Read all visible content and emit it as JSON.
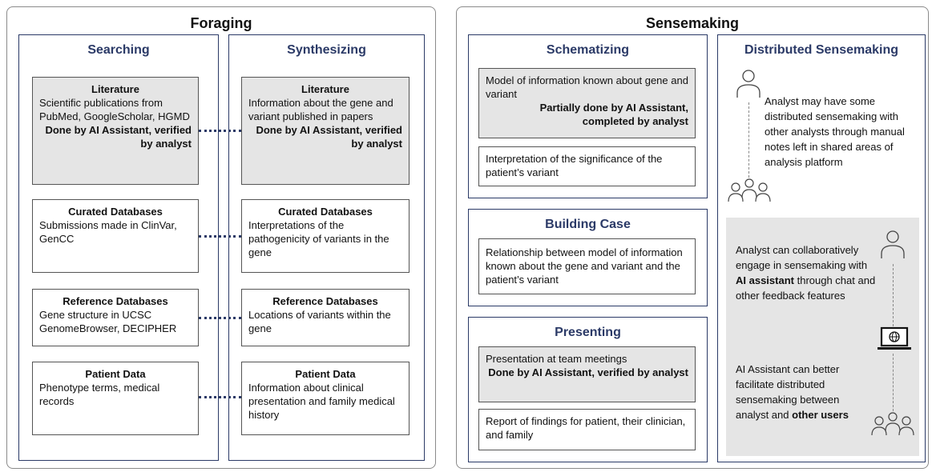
{
  "foraging": {
    "title": "Foraging",
    "searching": {
      "title": "Searching",
      "cards": [
        {
          "heading": "Literature",
          "text": "Scientific publications from PubMed, GoogleScholar, HGMD",
          "bold": "Done by AI Assistant, verified by analyst"
        },
        {
          "heading": "Curated Databases",
          "text": "Submissions made in ClinVar, GenCC"
        },
        {
          "heading": "Reference Databases",
          "text": "Gene structure in UCSC GenomeBrowser, DECIPHER"
        },
        {
          "heading": "Patient Data",
          "text": "Phenotype terms, medical records"
        }
      ]
    },
    "synthesizing": {
      "title": "Synthesizing",
      "cards": [
        {
          "heading": "Literature",
          "text": "Information about the gene and variant published in papers",
          "bold": "Done by AI Assistant, verified by analyst"
        },
        {
          "heading": "Curated Databases",
          "text": "Interpretations of the pathogenicity of variants in the gene"
        },
        {
          "heading": "Reference Databases",
          "text": "Locations of variants within the gene"
        },
        {
          "heading": "Patient Data",
          "text": "Information about clinical presentation and family medical history"
        }
      ]
    }
  },
  "sensemaking": {
    "title": "Sensemaking",
    "schematizing": {
      "title": "Schematizing",
      "cards": [
        {
          "text": "Model of information known about gene and variant",
          "bold": "Partially done by AI Assistant, completed by analyst"
        },
        {
          "text": "Interpretation of the significance of the patient’s variant"
        }
      ]
    },
    "building_case": {
      "title": "Building Case",
      "cards": [
        {
          "text": "Relationship between model of information known about the gene and variant and the patient’s variant"
        }
      ]
    },
    "presenting": {
      "title": "Presenting",
      "cards": [
        {
          "text": "Presentation at team meetings",
          "bold": "Done by AI Assistant, verified by analyst"
        },
        {
          "text": "Report of findings for patient, their clinician, and family"
        }
      ]
    },
    "distributed": {
      "title": "Distributed Sensemaking",
      "text1": "Analyst may have some distributed sensemaking with other analysts through manual notes left in shared areas of analysis platform",
      "text2_pre": "Analyst can collaboratively engage in sensemaking with",
      "text2_bold": "AI assistant",
      "text2_post": "through chat and other feedback features",
      "text3_pre": "AI Assistant can better facilitate distributed sensemaking between analyst and",
      "text3_bold": "other users",
      "icons": [
        "person-icon",
        "group-icon",
        "person-icon",
        "laptop-icon",
        "group-icon"
      ]
    }
  }
}
